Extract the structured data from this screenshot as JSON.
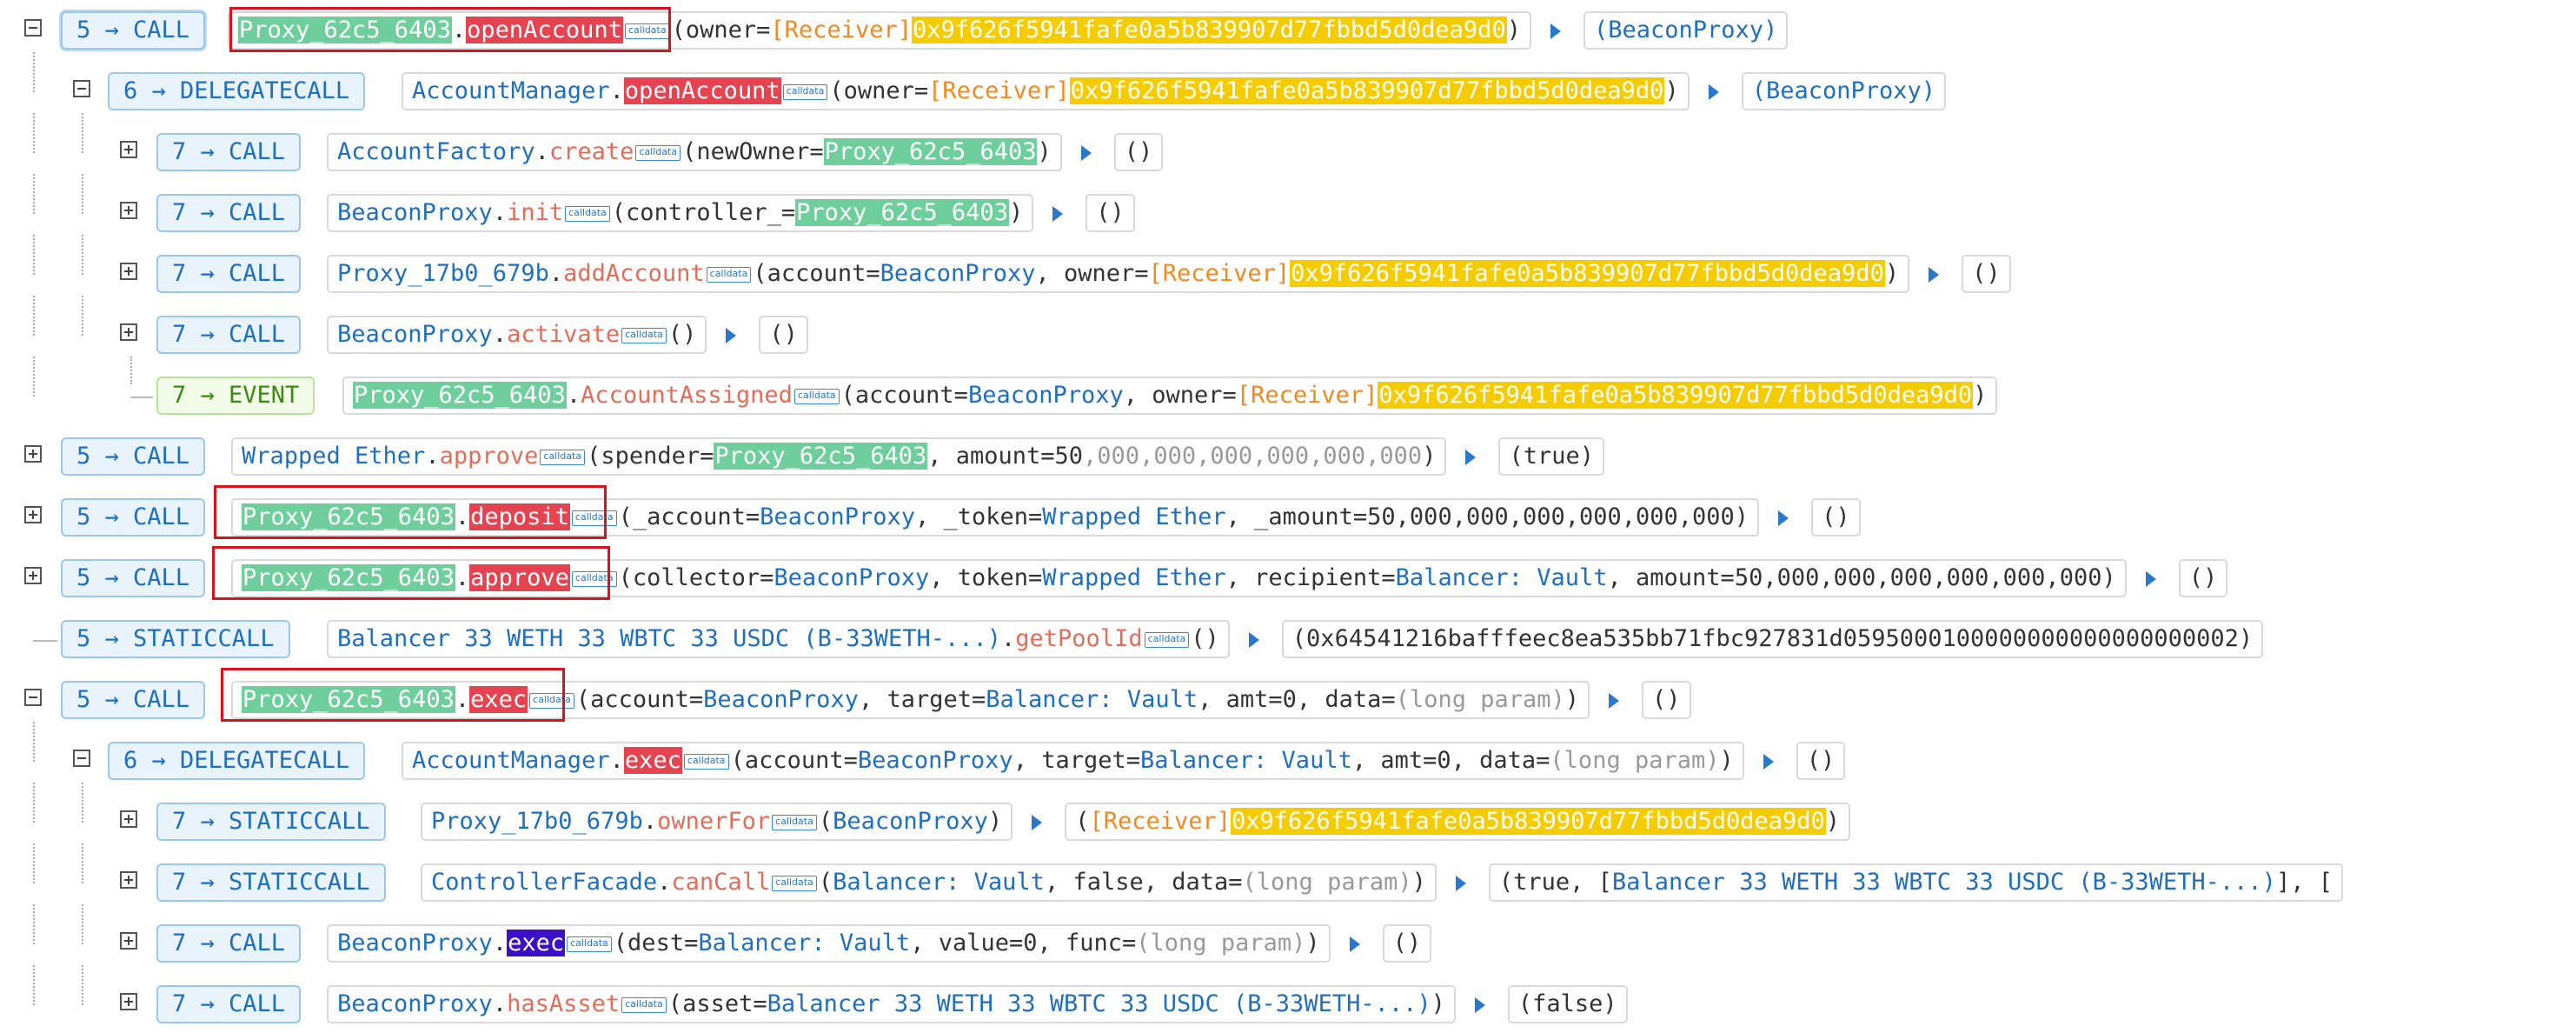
{
  "calldata_label": "calldata",
  "rows": [
    {
      "badge": "5 → CALL",
      "addr": "Proxy_62c5_6403",
      "fn": "openAccount",
      "args_pre": "(owner=",
      "recv": "[Receiver]",
      "addr_hex": "0x9f626f5941fafe0a5b839907d77fbbd5d0dea9d0",
      "args_post": ")",
      "ret": "(BeaconProxy)"
    },
    {
      "badge": "6 → DELEGATECALL",
      "contract": "AccountManager",
      "fn": "openAccount",
      "args_pre": "(owner=",
      "recv": "[Receiver]",
      "addr_hex": "0x9f626f5941fafe0a5b839907d77fbbd5d0dea9d0",
      "args_post": ")",
      "ret": "(BeaconProxy)"
    },
    {
      "badge": "7 → CALL",
      "contract": "AccountFactory",
      "fn": "create",
      "args_pre": "(newOwner=",
      "arg_green": "Proxy_62c5_6403",
      "args_post": ")",
      "ret": "()"
    },
    {
      "badge": "7 → CALL",
      "contract": "BeaconProxy",
      "fn": "init",
      "args_pre": "(controller_=",
      "arg_green": "Proxy_62c5_6403",
      "args_post": ")",
      "ret": "()"
    },
    {
      "badge": "7 → CALL",
      "contract": "Proxy_17b0_679b",
      "fn": "addAccount",
      "args_pre": "(account=",
      "arg1": "BeaconProxy",
      "args_mid": ", owner=",
      "recv": "[Receiver]",
      "addr_hex": "0x9f626f5941fafe0a5b839907d77fbbd5d0dea9d0",
      "args_post": ")",
      "ret": "()"
    },
    {
      "badge": "7 → CALL",
      "contract": "BeaconProxy",
      "fn": "activate",
      "args_pre": "()",
      "ret": "()"
    },
    {
      "badge": "7 → EVENT",
      "addr": "Proxy_62c5_6403",
      "fn": "AccountAssigned",
      "args_pre": "(account=",
      "arg1": "BeaconProxy",
      "args_mid": ", owner=",
      "recv": "[Receiver]",
      "addr_hex": "0x9f626f5941fafe0a5b839907d77fbbd5d0dea9d0",
      "args_post": ")"
    },
    {
      "badge": "5 → CALL",
      "contract": "Wrapped Ether",
      "fn": "approve",
      "args_pre": "(spender=",
      "arg_green": "Proxy_62c5_6403",
      "args_mid": ", amount=50",
      "args_muted": ",000,000,000,000,000,000",
      "args_post": ")",
      "ret": "(true)"
    },
    {
      "badge": "5 → CALL",
      "addr": "Proxy_62c5_6403",
      "fn": "deposit",
      "args_pre": "(_account=",
      "arg1": "BeaconProxy",
      "args_mid": ", _token=",
      "arg2": "Wrapped Ether",
      "args_mid2": ", _amount=50,000,000,000,000,000,000)",
      "ret": "()"
    },
    {
      "badge": "5 → CALL",
      "addr": "Proxy_62c5_6403",
      "fn": "approve",
      "args_pre": "(collector=",
      "arg1": "BeaconProxy",
      "args_mid": ", token=",
      "arg2": "Wrapped Ether",
      "args_mid2": ", recipient=",
      "arg3": "Balancer: Vault",
      "args_mid3": ", amount=50,000,000,000,000,000,000)",
      "ret": "()"
    },
    {
      "badge": "5 → STATICCALL",
      "contract": "Balancer 33 WETH 33 WBTC 33 USDC (B-33WETH-...)",
      "fn": "getPoolId",
      "args_pre": "()",
      "ret": "(0x64541216bafffeec8ea535bb71fbc927831d0595000100000000000000000002)"
    },
    {
      "badge": "5 → CALL",
      "addr": "Proxy_62c5_6403",
      "fn": "exec",
      "args_pre": "(account=",
      "arg1": "BeaconProxy",
      "args_mid": ", target=",
      "arg2": "Balancer: Vault",
      "args_mid2": ", amt=0, data=",
      "args_muted": "(long param)",
      "args_post": ")",
      "ret": "()"
    },
    {
      "badge": "6 → DELEGATECALL",
      "contract": "AccountManager",
      "fn": "exec",
      "args_pre": "(account=",
      "arg1": "BeaconProxy",
      "args_mid": ", target=",
      "arg2": "Balancer: Vault",
      "args_mid2": ", amt=0, data=",
      "args_muted": "(long param)",
      "args_post": ")",
      "ret": "()"
    },
    {
      "badge": "7 → STATICCALL",
      "contract": "Proxy_17b0_679b",
      "fn": "ownerFor",
      "args_pre": "(",
      "arg1": "BeaconProxy",
      "args_post": ")",
      "ret_pre": "(",
      "ret_recv": "[Receiver]",
      "ret_hex": "0x9f626f5941fafe0a5b839907d77fbbd5d0dea9d0",
      "ret_post": ")"
    },
    {
      "badge": "7 → STATICCALL",
      "contract": "ControllerFacade",
      "fn": "canCall",
      "args_pre": "(",
      "arg1": "Balancer: Vault",
      "args_mid": ", false, data=",
      "args_muted": "(long param)",
      "args_post": ")",
      "ret_pre": "(true, [",
      "ret_name": "Balancer 33 WETH 33 WBTC 33 USDC (B-33WETH-...)",
      "ret_post": "], ["
    },
    {
      "badge": "7 → CALL",
      "contract": "BeaconProxy",
      "fn": "exec",
      "args_pre": "(dest=",
      "arg1": "Balancer: Vault",
      "args_mid": ", value=0, func=",
      "args_muted": "(long param)",
      "args_post": ")",
      "ret": "()"
    },
    {
      "badge": "7 → CALL",
      "contract": "BeaconProxy",
      "fn": "hasAsset",
      "args_pre": "(asset=",
      "arg1": "Balancer 33 WETH 33 WBTC 33 USDC (B-33WETH-...)",
      "args_post": ")",
      "ret": "(false)"
    }
  ]
}
